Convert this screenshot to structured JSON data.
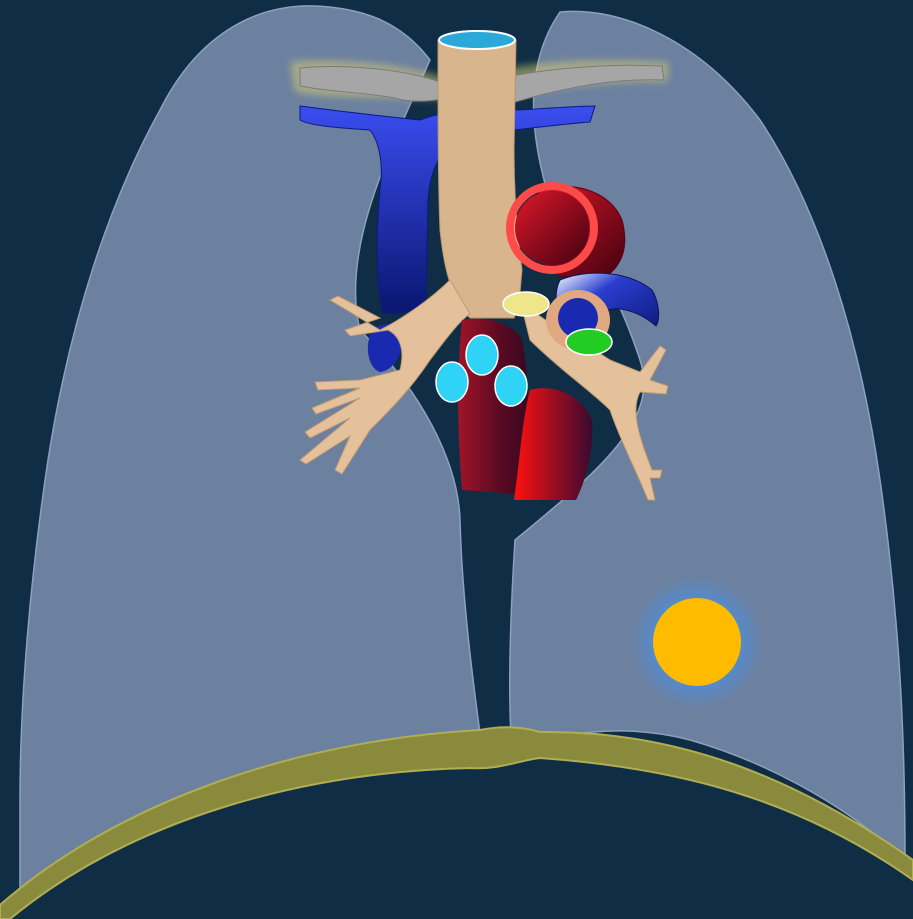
{
  "diagram": {
    "structures": [
      {
        "name": "right-lung",
        "fill": "#7488a8"
      },
      {
        "name": "left-lung",
        "fill": "#7488a8"
      },
      {
        "name": "diaphragm",
        "fill": "#8a8a3c"
      },
      {
        "name": "trachea",
        "fill": "#d9b58e"
      },
      {
        "name": "bronchial-tree",
        "fill": "#e5c19b"
      },
      {
        "name": "clavicles",
        "fill": "#a6a6a6"
      },
      {
        "name": "superior-vena-cava",
        "fill": "#1b2fbf"
      },
      {
        "name": "aortic-arch",
        "fill": "#c0101a"
      },
      {
        "name": "pulmonary-artery",
        "fill": "#1a2aa8"
      },
      {
        "name": "heart-chambers",
        "fill": "#7a0f24"
      },
      {
        "name": "lymph-nodes-subcarinal",
        "fill": "#2fd3f5"
      },
      {
        "name": "lymph-node-yellow",
        "fill": "#efe68a"
      },
      {
        "name": "lymph-node-green",
        "fill": "#22cc22"
      },
      {
        "name": "peripheral-nodule",
        "fill": "#ffbb00"
      }
    ],
    "background": "#0f2e45"
  }
}
